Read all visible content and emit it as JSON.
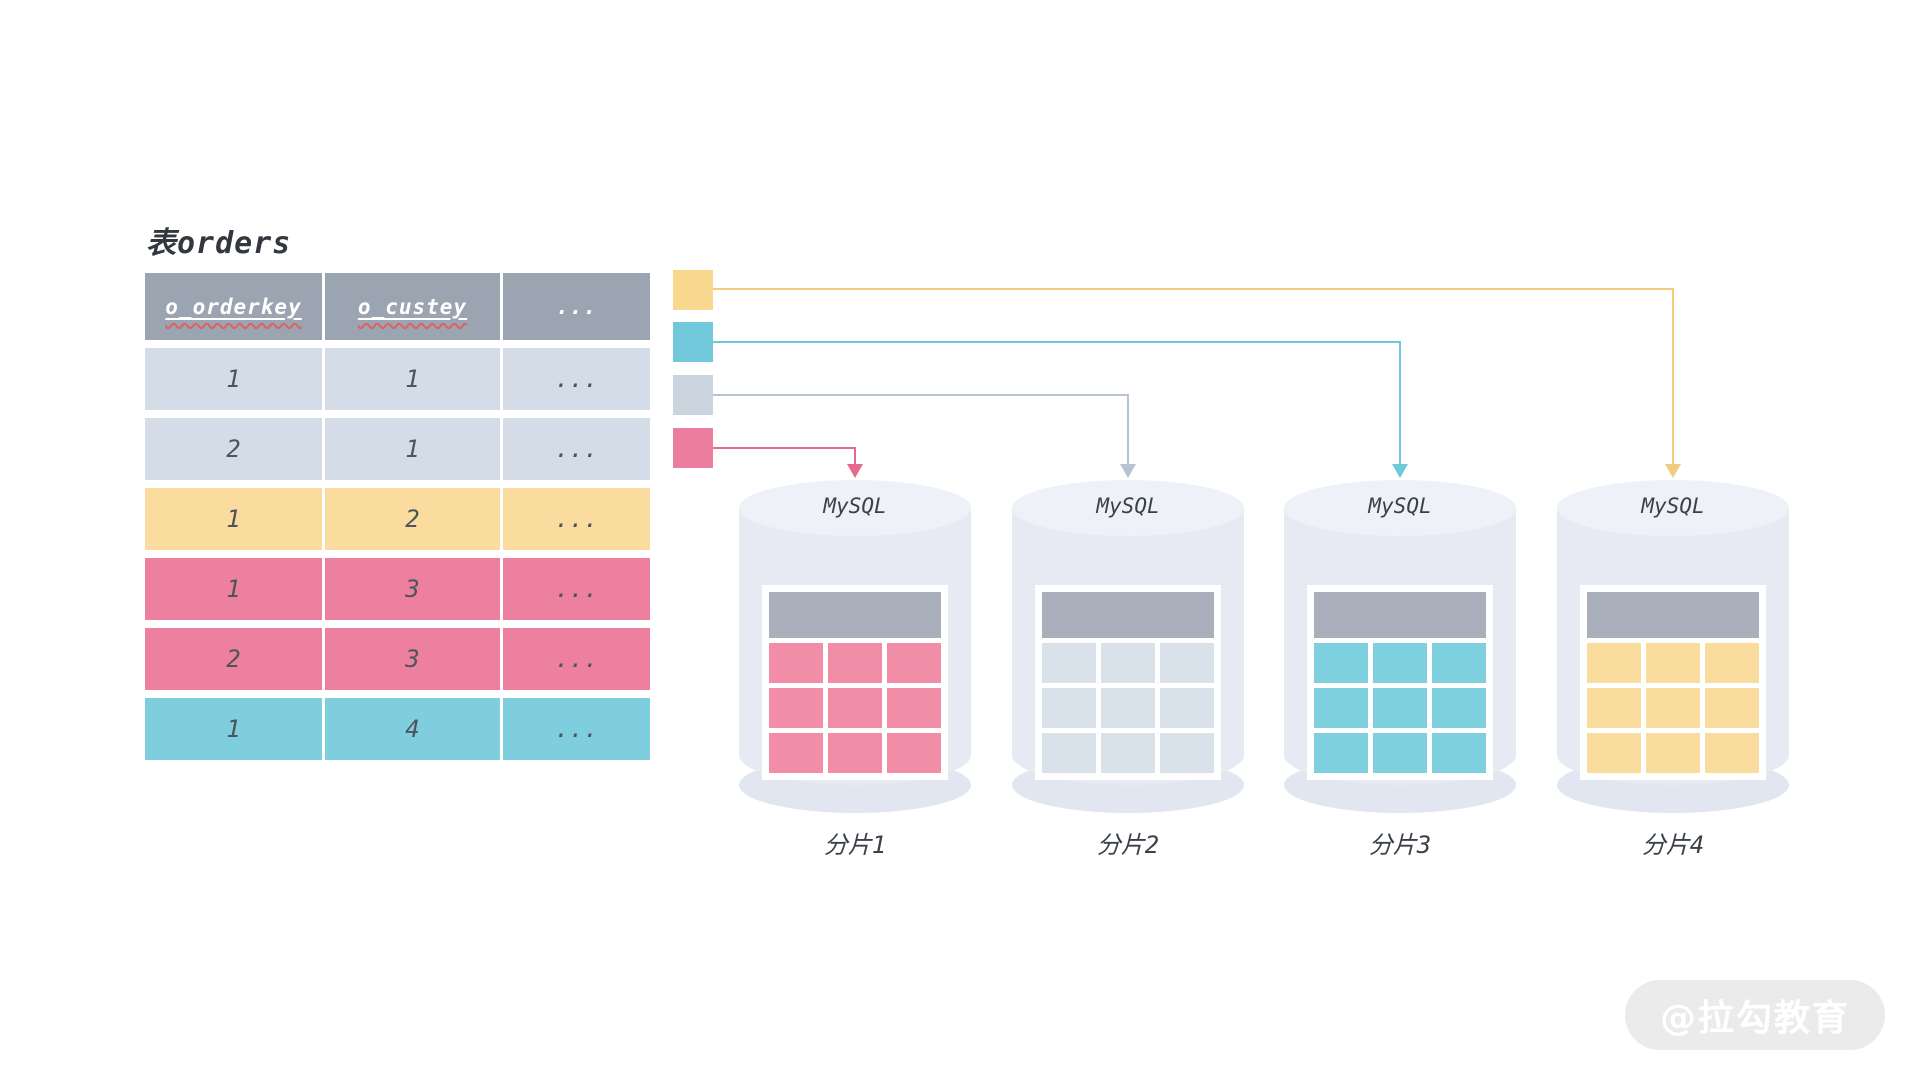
{
  "title": "表orders",
  "table": {
    "headers": [
      {
        "label": "o_orderkey"
      },
      {
        "label": "o_custey"
      },
      {
        "label": "..."
      }
    ],
    "header_bg": "#9BA4B1",
    "rows": [
      {
        "cells": [
          "1",
          "1",
          "..."
        ],
        "color": "#D4DDE7"
      },
      {
        "cells": [
          "2",
          "1",
          "..."
        ],
        "color": "#D4DDE7"
      },
      {
        "cells": [
          "1",
          "2",
          "..."
        ],
        "color": "#F9DC9E"
      },
      {
        "cells": [
          "1",
          "3",
          "..."
        ],
        "color": "#ED809F"
      },
      {
        "cells": [
          "2",
          "3",
          "..."
        ],
        "color": "#ED809F"
      },
      {
        "cells": [
          "1",
          "4",
          "..."
        ],
        "color": "#7FCEDD"
      }
    ]
  },
  "connectors": [
    {
      "square_color": "#F8D78F",
      "line_color": "#F2CA80",
      "to": "分片4"
    },
    {
      "square_color": "#72C8DB",
      "line_color": "#6FC9DB",
      "to": "分片3"
    },
    {
      "square_color": "#CBD5E0",
      "line_color": "#B6C3D1",
      "to": "分片2"
    },
    {
      "square_color": "#EC7D9F",
      "line_color": "#E5688D",
      "to": "分片1"
    }
  ],
  "shards": [
    {
      "db_label": "MySQL",
      "name": "分片1",
      "cell_color": "#F28DA8"
    },
    {
      "db_label": "MySQL",
      "name": "分片2",
      "cell_color": "#D9E1EB"
    },
    {
      "db_label": "MySQL",
      "name": "分片3",
      "cell_color": "#7ED0DF"
    },
    {
      "db_label": "MySQL",
      "name": "分片4",
      "cell_color": "#FADC9F"
    }
  ],
  "mini_table_header_bg": "#A9B0BC",
  "watermark": "@拉勾教育"
}
